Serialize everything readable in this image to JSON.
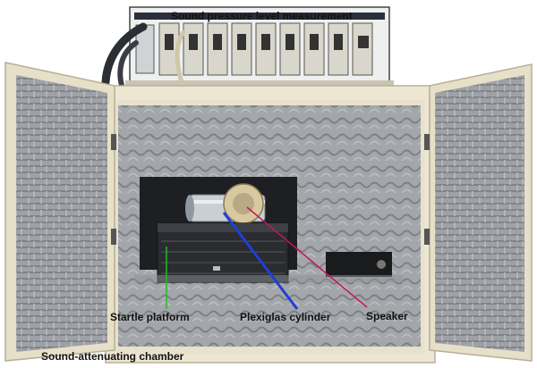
{
  "labels": {
    "sound_pressure": "Sound pressure level measurement",
    "startle_platform": "Startle platform",
    "plexiglas_cylinder": "Plexiglas cylinder",
    "speaker": "Speaker",
    "chamber": "Sound-attenuating chamber"
  },
  "colors": {
    "startle_arrow": "#22bb22",
    "cylinder_arrow": "#1f3fd6",
    "speaker_arrow": "#c2185b",
    "foam": "#9a9ea3",
    "cabinet": "#ece6d2"
  }
}
